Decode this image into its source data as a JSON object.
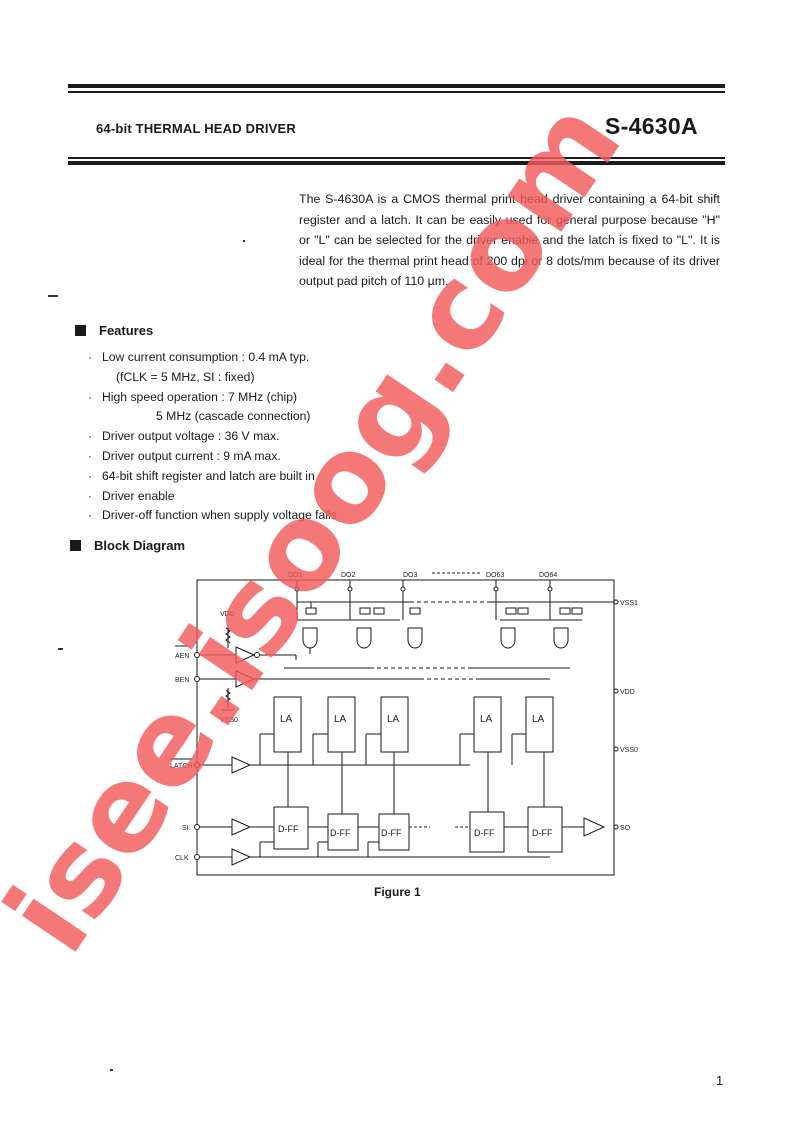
{
  "header": {
    "title": "64-bit THERMAL HEAD DRIVER",
    "part_number": "S-4630A"
  },
  "intro": "The S-4630A is a CMOS thermal print head driver containing a 64-bit shift register and a latch.  It can be easily used for general purpose because \"H\" or \"L\" can be selected for the driver enable and the latch is fixed to \"L\".  It is ideal for the thermal print head of 200 dpi or 8 dots/mm because of its driver output pad pitch of 110 µm.",
  "features": {
    "heading": "Features",
    "items": [
      {
        "bullet": "·",
        "text": "Low current consumption : 0.4 mA typ."
      },
      {
        "bullet": "",
        "text": "(fCLK = 5 MHz, SI : fixed)"
      },
      {
        "bullet": "·",
        "text": "High speed operation : 7 MHz (chip)"
      },
      {
        "bullet": "",
        "text": "5 MHz (cascade connection)"
      },
      {
        "bullet": "·",
        "text": "Driver output voltage : 36 V max."
      },
      {
        "bullet": "·",
        "text": "Driver output current  : 9 mA max."
      },
      {
        "bullet": "·",
        "text": "64-bit shift register and latch are built in"
      },
      {
        "bullet": "·",
        "text": "Driver enable"
      },
      {
        "bullet": "·",
        "text": "Driver-off function when supply voltage falls"
      }
    ]
  },
  "block_diagram": {
    "heading": "Block Diagram",
    "outputs": [
      "DO1",
      "DO2",
      "DO3",
      "DO63",
      "DO64"
    ],
    "latch_label": "LA",
    "ff_label": "D-FF",
    "inputs": [
      "AEN",
      "BEN",
      "LATCH",
      "SI",
      "CLK"
    ],
    "right_pins": [
      "VSS1",
      "VDD",
      "VSS0",
      "SO"
    ],
    "left_supplies": [
      "VDD",
      "VSS0"
    ],
    "caption": "Figure 1"
  },
  "watermark": {
    "text": "isee.isoog.com",
    "color": "#f25a5a"
  },
  "page_number": "1"
}
